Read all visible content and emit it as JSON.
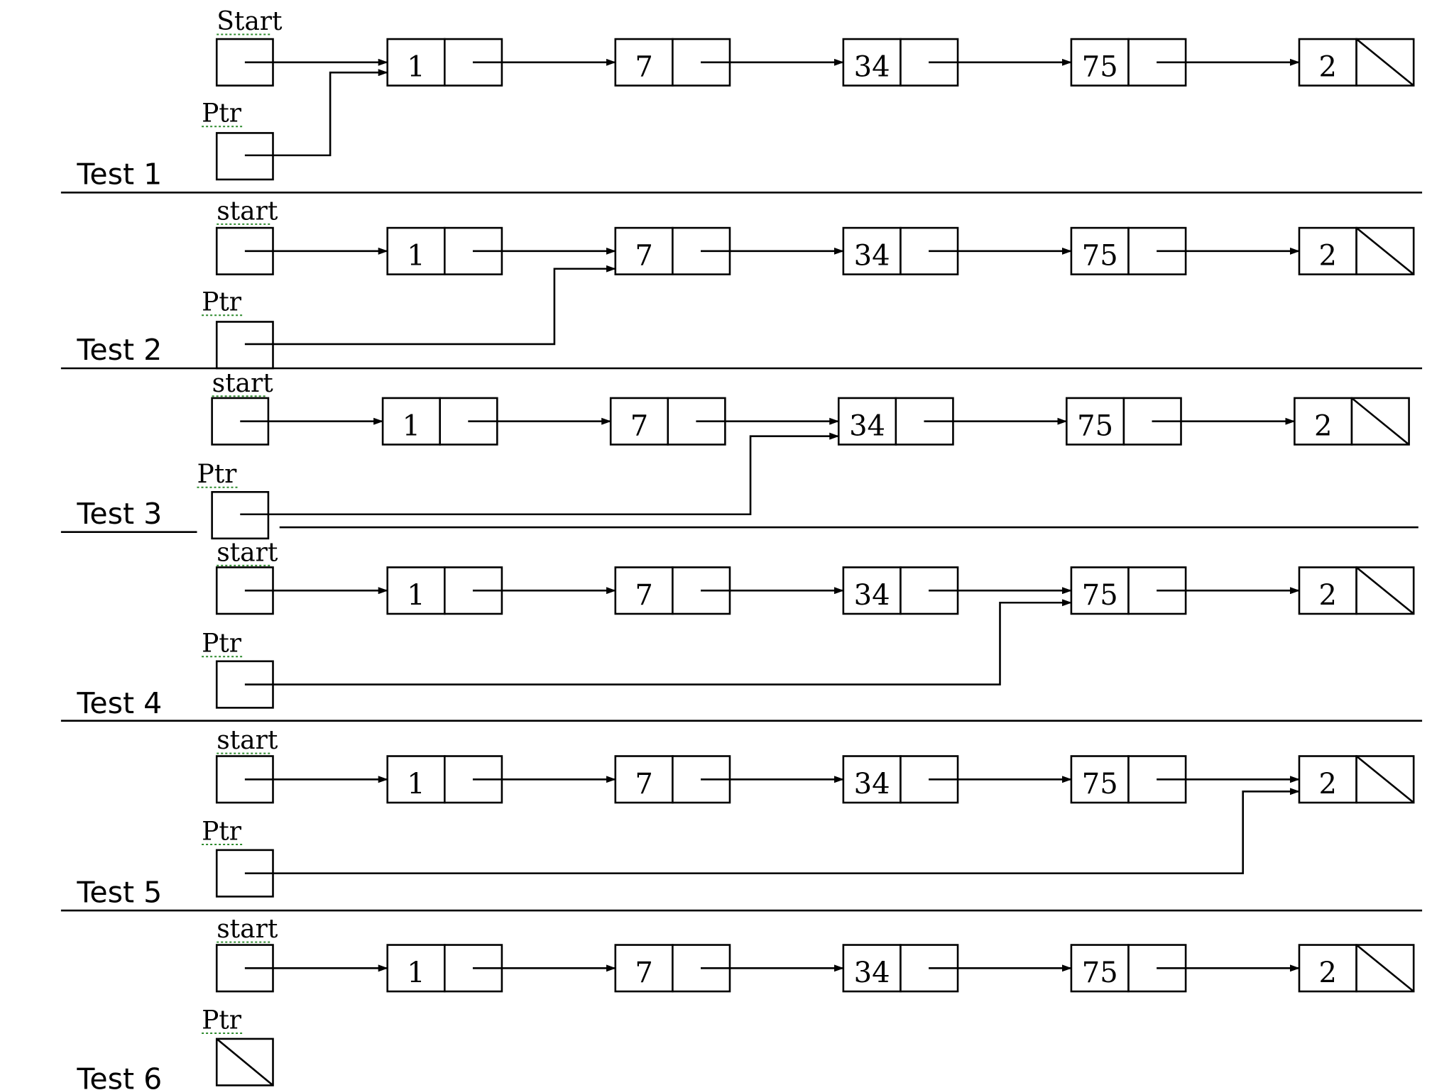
{
  "tests": [
    {
      "label": "Test 1",
      "start_label": "Start",
      "ptr_label": "Ptr",
      "values": [
        "1",
        "7",
        "34",
        "75",
        "2"
      ],
      "ptr_target": 0
    },
    {
      "label": "Test 2",
      "start_label": "start",
      "ptr_label": "Ptr",
      "values": [
        "1",
        "7",
        "34",
        "75",
        "2"
      ],
      "ptr_target": 1
    },
    {
      "label": "Test 3",
      "start_label": "start",
      "ptr_label": "Ptr",
      "values": [
        "1",
        "7",
        "34",
        "75",
        "2"
      ],
      "ptr_target": 2
    },
    {
      "label": "Test 4",
      "start_label": "start",
      "ptr_label": "Ptr",
      "values": [
        "1",
        "7",
        "34",
        "75",
        "2"
      ],
      "ptr_target": 3
    },
    {
      "label": "Test 5",
      "start_label": "start",
      "ptr_label": "Ptr",
      "values": [
        "1",
        "7",
        "34",
        "75",
        "2"
      ],
      "ptr_target": 4
    },
    {
      "label": "Test 6",
      "start_label": "start",
      "ptr_label": "Ptr",
      "values": [
        "1",
        "7",
        "34",
        "75",
        "2"
      ],
      "ptr_target": null
    }
  ]
}
